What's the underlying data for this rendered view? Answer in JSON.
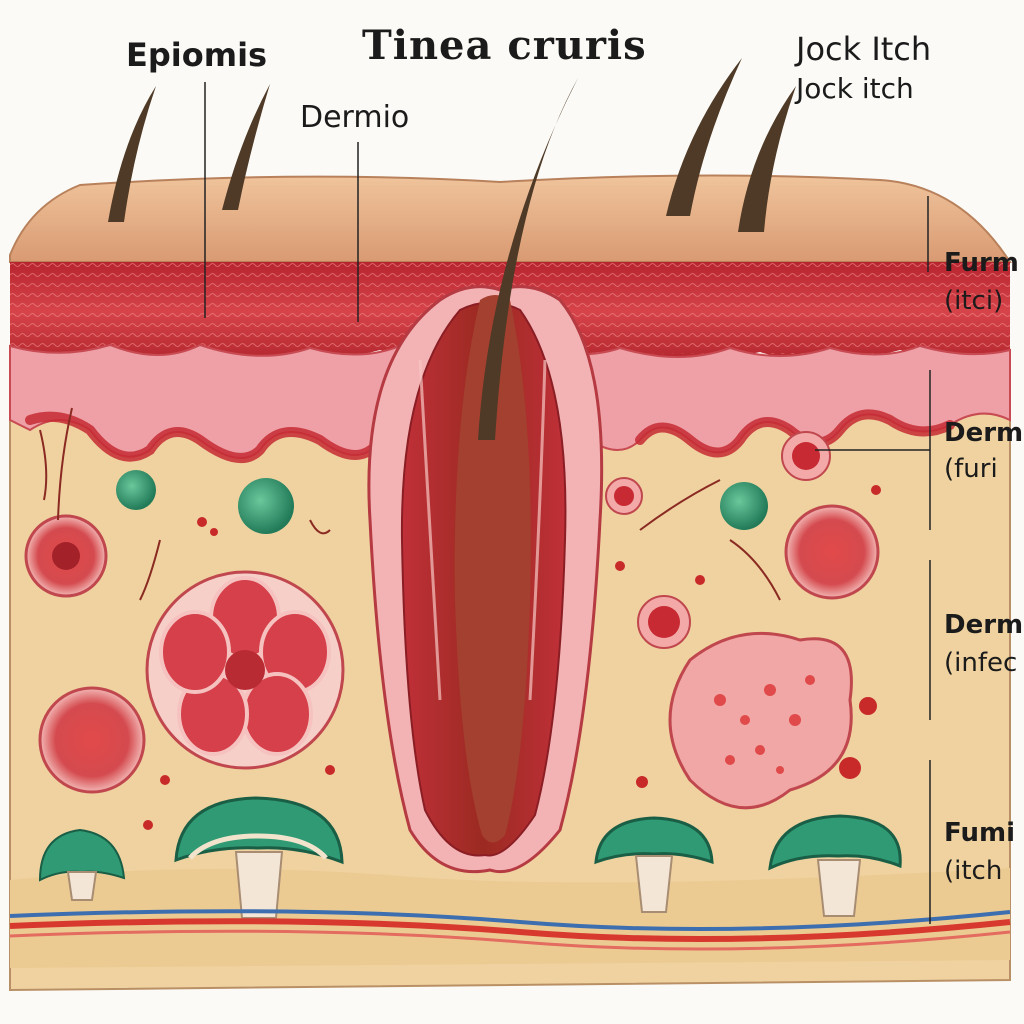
{
  "title": "Tinea cruris",
  "labels": {
    "epidermis": "Epiomis",
    "dermio": "Dermio",
    "jock_itch_main": "Jock Itch",
    "jock_itch_sub": "Jock itch"
  },
  "side_labels": [
    {
      "heading": "Furm",
      "sub": "(itci)"
    },
    {
      "heading": "Derm",
      "sub": "(furi"
    },
    {
      "heading": "Derm",
      "sub": "(infec"
    },
    {
      "heading": "Fumi",
      "sub": "(itch"
    }
  ],
  "colors": {
    "background": "#fbfaf6",
    "skin_surface": "#e7b38a",
    "dermis_red": "#c8323a",
    "papillary_pink": "#eea0a6",
    "hypodermis": "#efd2a0",
    "fungal_green": "#2f9a74",
    "vessel_blue": "#3d6fb0",
    "vessel_red": "#d8392f",
    "hair": "#4e3a26"
  }
}
